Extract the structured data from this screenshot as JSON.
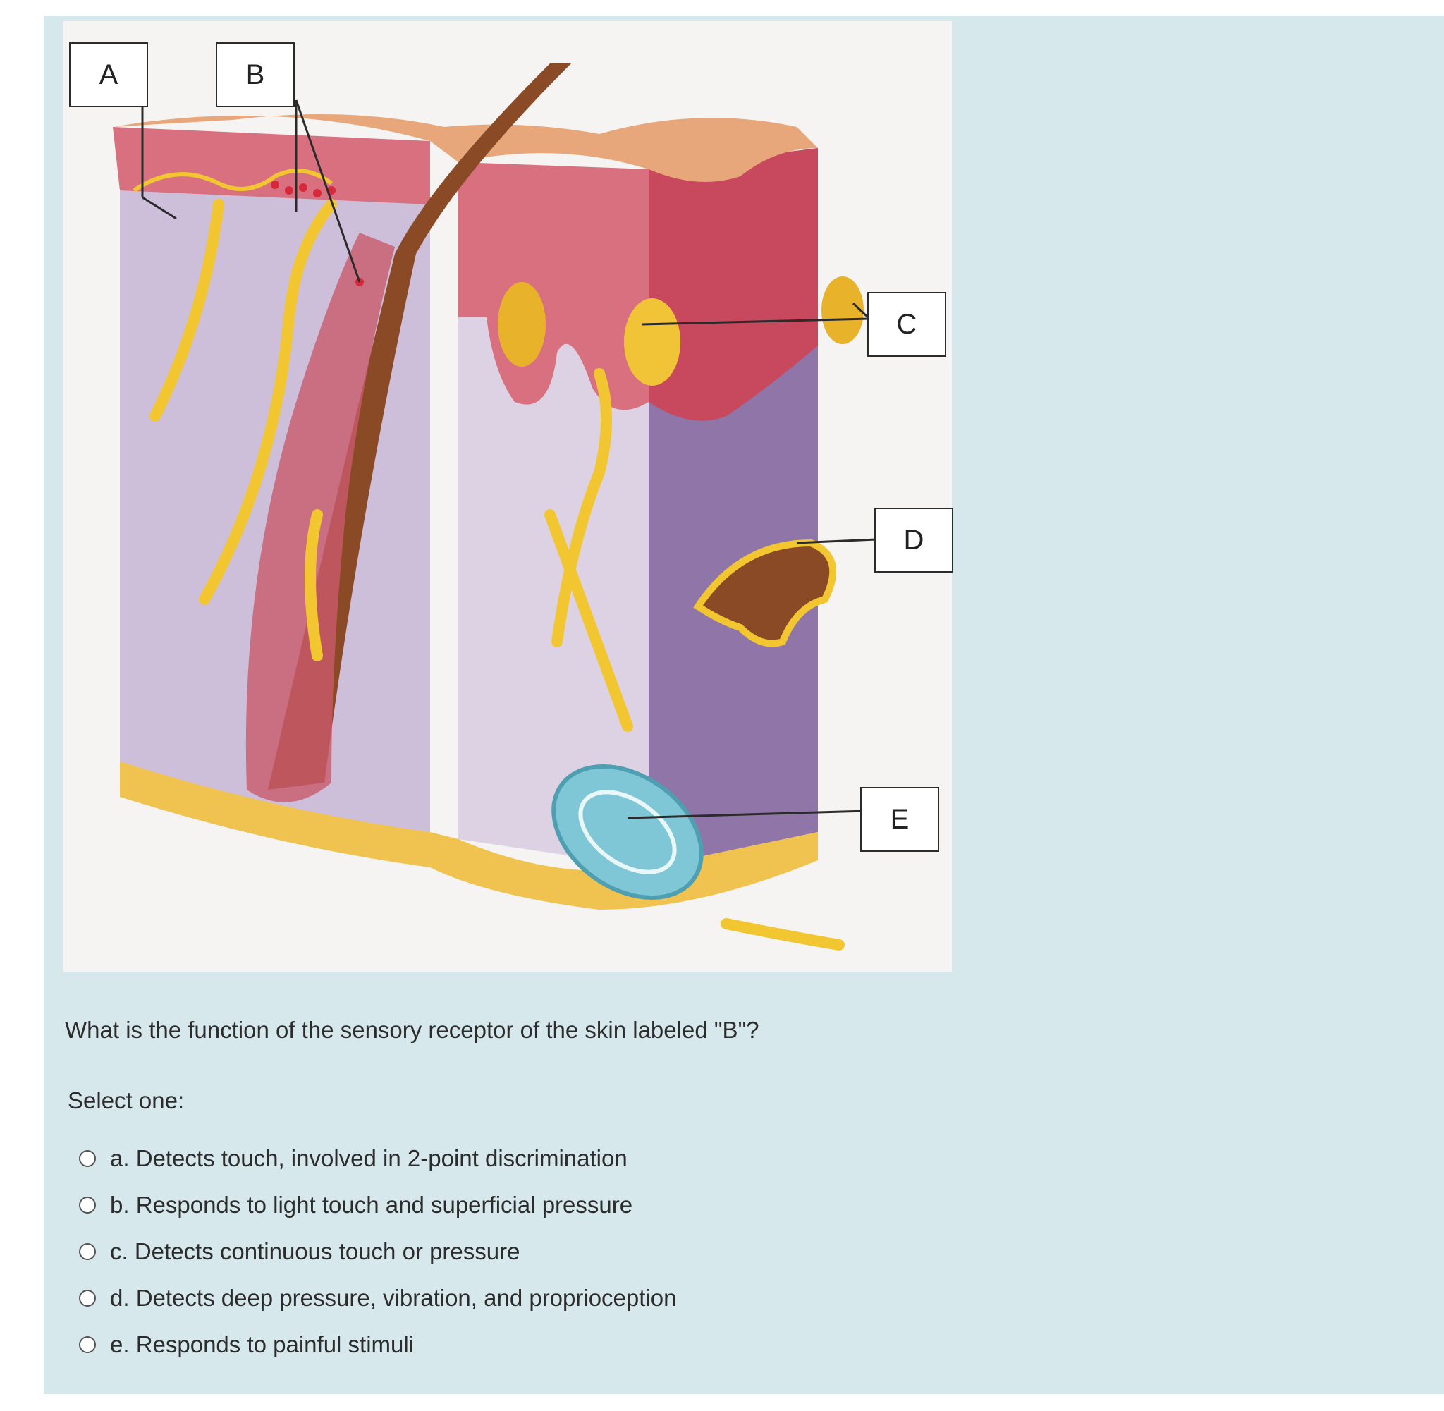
{
  "figure": {
    "labels": [
      "A",
      "B",
      "C",
      "D",
      "E"
    ]
  },
  "question": {
    "text": "What is the function of the sensory receptor of the skin labeled \"B\"?",
    "select_one": "Select one:",
    "options": [
      "a. Detects touch, involved in 2-point discrimination",
      "b. Responds to light touch and superficial pressure",
      "c. Detects continuous touch or pressure",
      "d. Detects deep pressure, vibration, and proprioception",
      "e. Responds to painful stimuli"
    ]
  },
  "colors": {
    "panel": "#d6e8ec",
    "epidermis": "#d96a7c",
    "dermis": "#cfc0d8",
    "nerve": "#f2c630",
    "hair": "#8a4a25",
    "corpuscle": "#7fc7d6"
  }
}
